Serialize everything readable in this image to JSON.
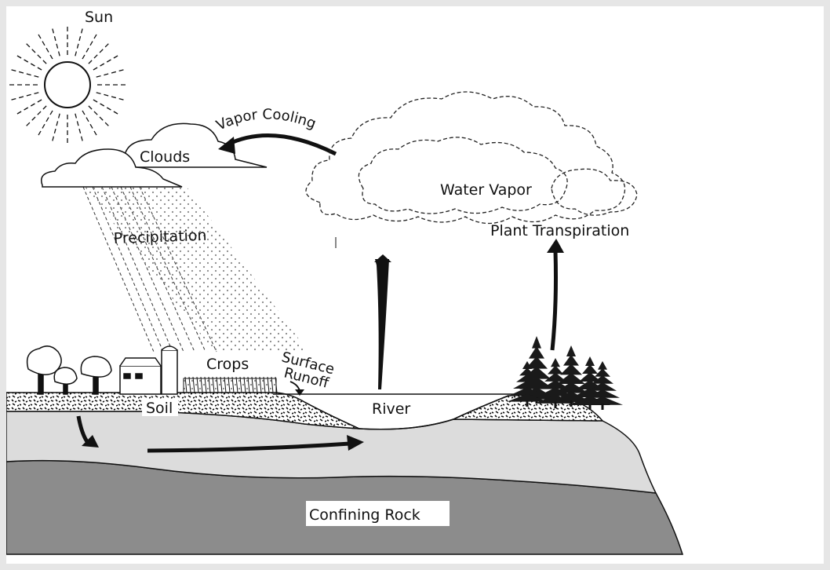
{
  "labels": {
    "sun": "Sun",
    "clouds": "Clouds",
    "vapor_cooling": "Vapor Cooling",
    "water_vapor": "Water Vapor",
    "precipitation": "Precipitation",
    "plant_transpiration": "Plant Transpiration",
    "crops": "Crops",
    "surface_runoff_line1": "Surface",
    "surface_runoff_line2": "Runoff",
    "soil": "Soil",
    "river": "River",
    "confining_rock": "Confining Rock"
  },
  "colors": {
    "background": "#e6e6e6",
    "canvas": "#ffffff",
    "ink": "#111111",
    "groundwater": "#dcdcdc",
    "confining_rock": "#8c8c8c"
  }
}
